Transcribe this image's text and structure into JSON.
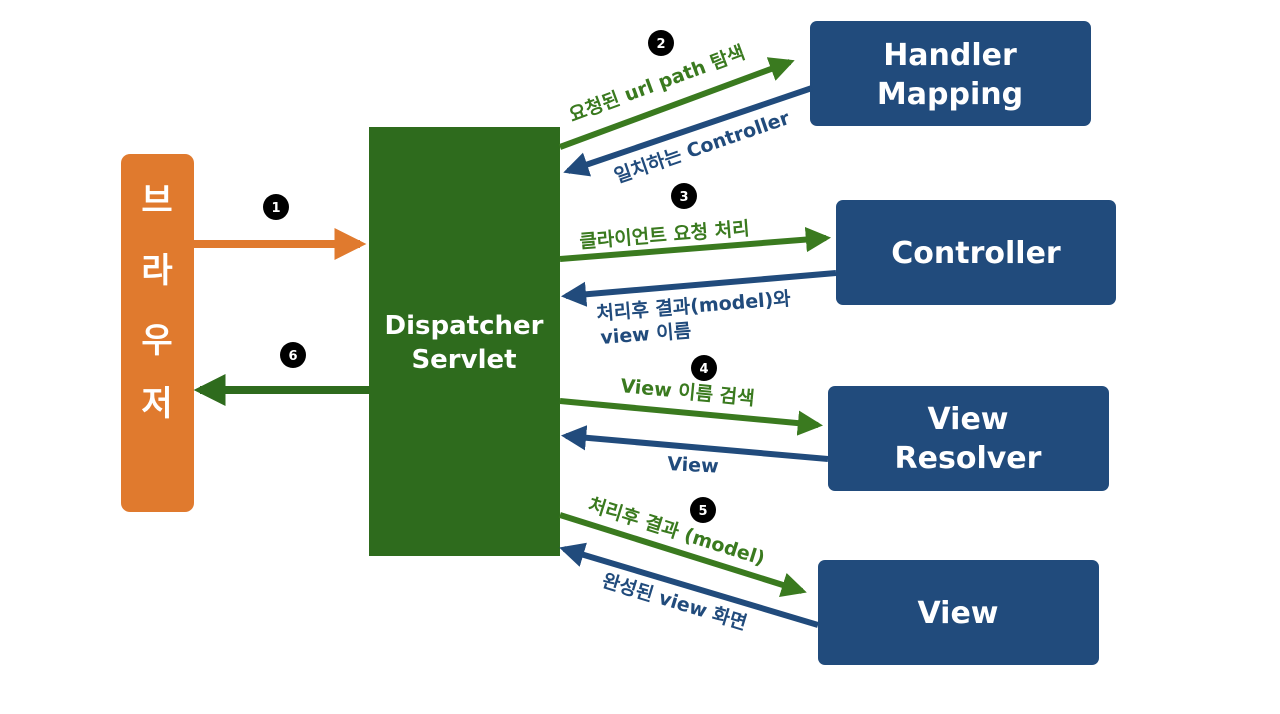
{
  "colors": {
    "browser": "#e07a2e",
    "dispatcher": "#2e6b1d",
    "component": "#214b7c",
    "request_arrow": "#3a7a1f",
    "response_arrow": "#214b7c",
    "browser_arrow": "#e07a2e",
    "step_badge": "#000000"
  },
  "nodes": {
    "browser": {
      "label": "브라우저"
    },
    "dispatcher": {
      "line1": "Dispatcher",
      "line2": "Servlet"
    },
    "handler_mapping": {
      "line1": "Handler",
      "line2": "Mapping"
    },
    "controller": {
      "label": "Controller"
    },
    "view_resolver": {
      "line1": "View",
      "line2": "Resolver"
    },
    "view": {
      "label": "View"
    }
  },
  "steps": {
    "s1": "1",
    "s2": "2",
    "s3": "3",
    "s4": "4",
    "s5": "5",
    "s6": "6"
  },
  "labels": {
    "hm_request": "요청된 url path 탐색",
    "hm_response": "일치하는 Controller",
    "ctrl_request": "클라이언트 요청 처리",
    "ctrl_response_1": "처리후 결과(model)와",
    "ctrl_response_2": "view 이름",
    "vr_request": "View 이름 검색",
    "vr_response": "View",
    "view_request": "처리후 결과 (model)",
    "view_response": "완성된 view 화면"
  }
}
